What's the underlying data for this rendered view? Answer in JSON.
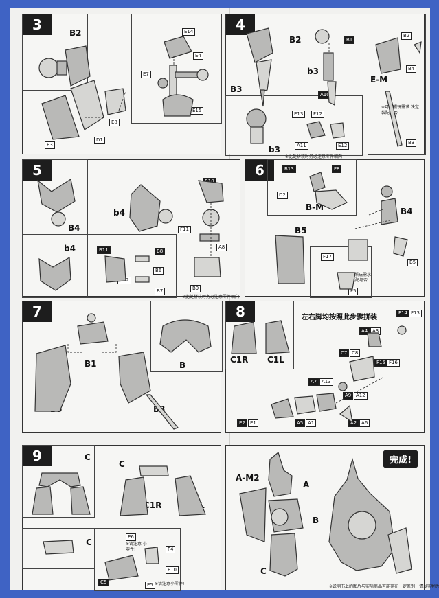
{
  "steps": {
    "s3": {
      "num": "3",
      "labels": [
        "B2",
        "E14",
        "E4",
        "E7",
        "E15",
        "E8",
        "D1",
        "E3"
      ]
    },
    "s4": {
      "num": "4",
      "labels": [
        "B2",
        "B1",
        "B2",
        "B4",
        "b3",
        "E-M",
        "B3",
        "A10",
        "E13",
        "F12",
        "A11",
        "E12",
        "b3",
        "B3"
      ],
      "note1": "※可按照玩需求 决定装配与否",
      "note2": "※此处拼装时务必注意零件朝向"
    },
    "s5": {
      "num": "5",
      "labels": [
        "B10",
        "b4",
        "B4",
        "F11",
        "A8",
        "B9",
        "b4",
        "B11",
        "B8",
        "B6",
        "B12",
        "B7"
      ],
      "note": "※此处拼装时务必注意零件朝向"
    },
    "s6": {
      "num": "6",
      "labels": [
        "B13",
        "F8",
        "D2",
        "B-M",
        "B4",
        "B5",
        "F17",
        "B5",
        "F5"
      ],
      "note": "※可按照玩需求 决定装配与否"
    },
    "s7": {
      "num": "7",
      "labels": [
        "B1",
        "B",
        "B5",
        "B3"
      ]
    },
    "s8": {
      "num": "8",
      "heading": "左右脚均按照此步骤拼装",
      "labels": [
        "C1R",
        "C1L",
        "F14",
        "F13",
        "A4",
        "A3",
        "C7",
        "C8",
        "F15",
        "F16",
        "A7",
        "A13",
        "A9",
        "A12",
        "E2",
        "E1",
        "A5",
        "A1",
        "A2",
        "A6"
      ]
    },
    "s9": {
      "num": "9",
      "labels": [
        "C",
        "C",
        "C1R",
        "C1L",
        "C",
        "E6",
        "F4",
        "F10",
        "C5",
        "E5"
      ],
      "note1": "※请注意 小零件!",
      "note2": "※请注意小零件!"
    },
    "final": {
      "title": "完成!",
      "labels": [
        "A-M2",
        "A",
        "B",
        "C"
      ],
      "footnote": "※说明书上的图片与实际商品可能存在一定差别，请以实物为准。"
    }
  }
}
